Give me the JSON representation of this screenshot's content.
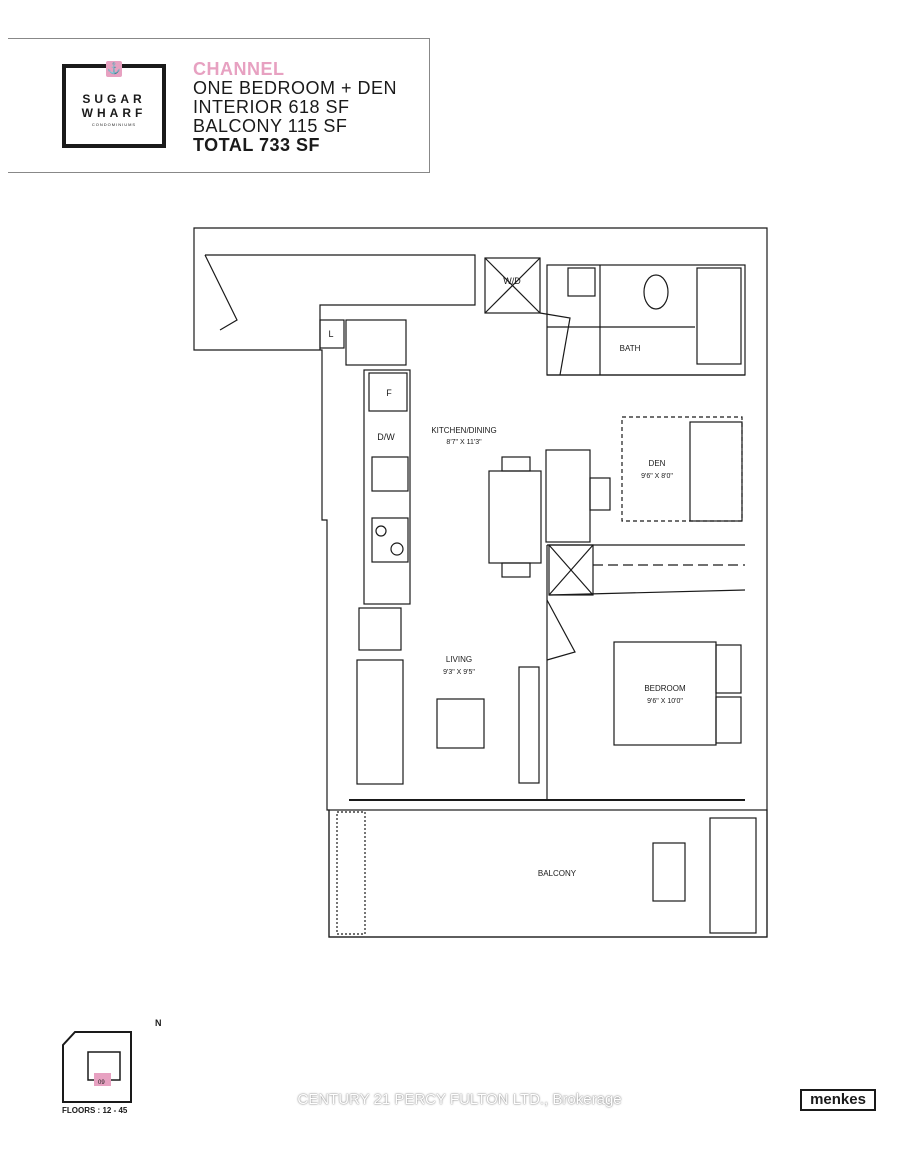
{
  "brand": {
    "logo_line1": "SUGAR",
    "logo_line2": "WHARF",
    "logo_line3": "CONDOMINIUMS",
    "logo_icon": "anchor-icon",
    "accent_color": "#e7a1c1"
  },
  "unit": {
    "name": "CHANNEL",
    "type": "ONE BEDROOM + DEN",
    "interior": "INTERIOR 618 SF",
    "balcony": "BALCONY 115 SF",
    "total": "TOTAL 733 SF"
  },
  "rooms": {
    "kitchen_dining": {
      "label": "KITCHEN/DINING",
      "dims": "8'7\" X 11'3\""
    },
    "den": {
      "label": "DEN",
      "dims": "9'6\" X 8'0\""
    },
    "bath": {
      "label": "BATH"
    },
    "living": {
      "label": "LIVING",
      "dims": "9'3\" X 9'5\""
    },
    "bedroom": {
      "label": "BEDROOM",
      "dims": "9'6\" X 10'0\""
    },
    "balcony": {
      "label": "BALCONY"
    }
  },
  "fixtures": {
    "washer_dryer": "W/D",
    "linen": "L",
    "fridge": "F",
    "dishwasher": "D/W"
  },
  "keyplan": {
    "floors": "FLOORS : 12 - 45",
    "unit_number": "09",
    "north": "N"
  },
  "watermark": "CENTURY 21 PERCY FULTON LTD., Brokerage",
  "developer": "menkes"
}
